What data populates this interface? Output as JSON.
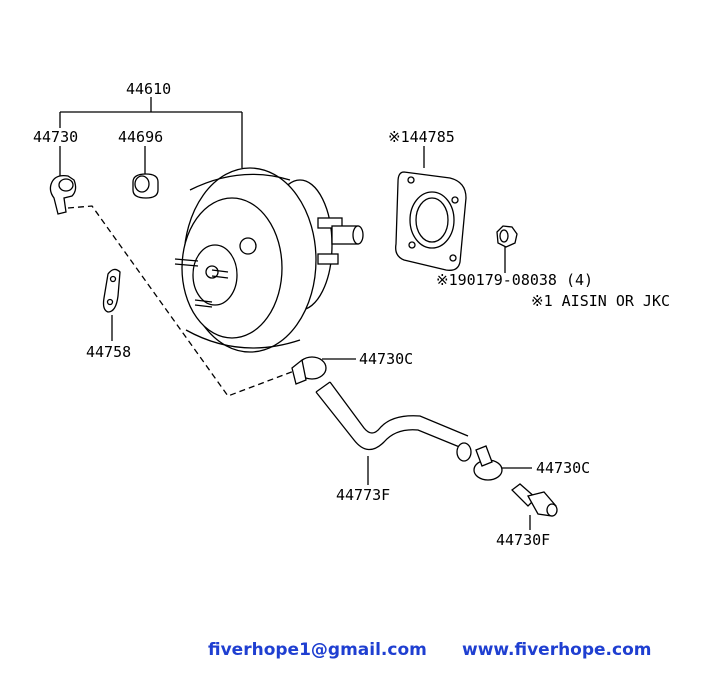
{
  "labels": {
    "assembly": "44610",
    "check_valve": "44730",
    "grommet": "44696",
    "gasket": "※144785",
    "nut": "※190179-08038 (4)",
    "note": "※1 AISIN OR JKC",
    "bracket": "44758",
    "clamp_upper": "44730C",
    "hose": "44773F",
    "clamp_lower": "44730C",
    "union": "44730F"
  },
  "footer": {
    "email": "fiverhope1@gmail.com",
    "website": "www.fiverhope.com"
  },
  "colors": {
    "footer_text": "#1f3fd1",
    "line": "#000000"
  }
}
